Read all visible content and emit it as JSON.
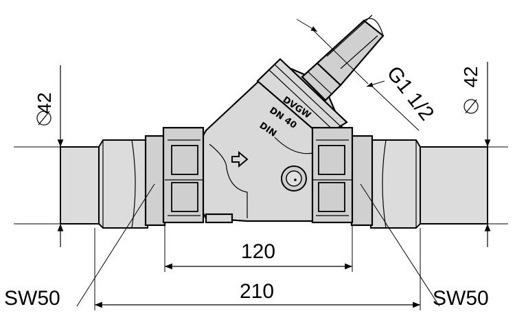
{
  "dimensions": {
    "left_diameter": "42",
    "right_diameter": "42",
    "thread": "G1 1/2",
    "nut_spacing": "120",
    "overall_length": "210",
    "left_wrench_size": "SW50",
    "right_wrench_size": "SW50"
  },
  "markings": {
    "line1": "DVGW",
    "line2": "DN 40",
    "line3": "DIN"
  },
  "symbols": {
    "diameter": "diameter-symbol",
    "flow": "flow-arrow-icon"
  }
}
